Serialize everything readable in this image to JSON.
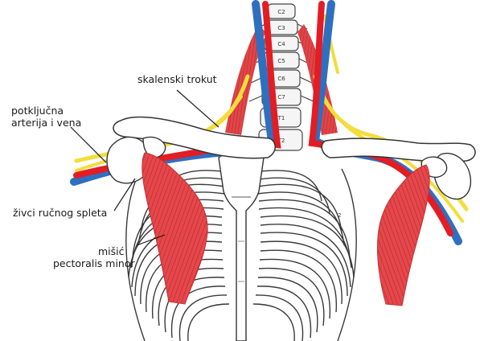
{
  "labels": {
    "scalene": "skalenski trokut",
    "artery_vein_line1": "potključna",
    "artery_vein_line2": "arterija i vena",
    "plexus": "živci ručnog spleta",
    "muscle_line1": "mišić",
    "muscle_line2": "pectoralis minor"
  },
  "vertebrae": [
    "C2",
    "C3",
    "C4",
    "C5",
    "C6",
    "C7",
    "T1",
    "T2"
  ],
  "rib_number": "2",
  "colors": {
    "artery": "#e21d24",
    "vein": "#2f6fc0",
    "nerve": "#f4e03a",
    "muscle": "#e0484a",
    "bone_stroke": "#333333"
  }
}
